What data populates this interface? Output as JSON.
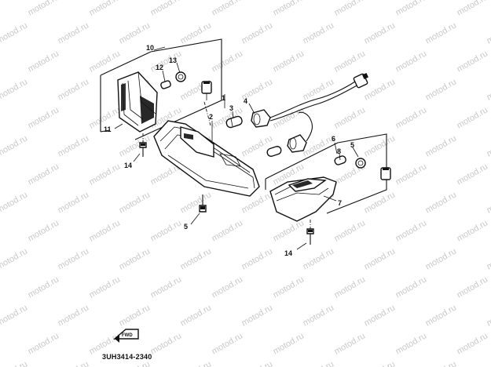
{
  "watermark": "motod.ru",
  "callouts": {
    "n1": "1",
    "n2": "2",
    "n3": "3",
    "n4": "4",
    "n5": "5",
    "n5b": "5",
    "n6": "6",
    "n7": "7",
    "n8": "8",
    "n10": "10",
    "n11": "11",
    "n12": "12",
    "n13": "13",
    "n14": "14",
    "n14b": "14"
  },
  "part_code": "3UH3414-2340",
  "fwd_label": "FWD"
}
